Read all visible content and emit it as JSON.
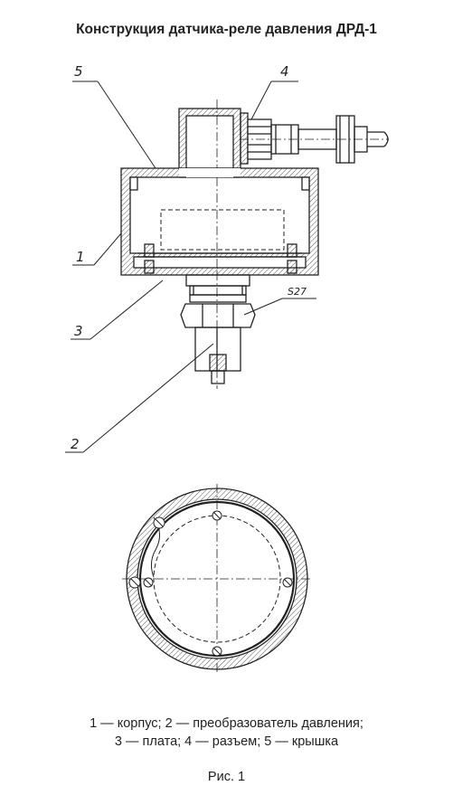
{
  "title": "Конструкция датчика-реле давления ДРД-1",
  "callouts": {
    "c1": "1",
    "c2": "2",
    "c3": "3",
    "c4": "4",
    "c5": "5",
    "wrench": "S27"
  },
  "caption": {
    "line1": "1 — корпус; 2 — преобразователь давления;",
    "line2": "3 — плата; 4 —  разъем; 5 — крышка"
  },
  "figure_label": "Рис. 1",
  "colors": {
    "ink": "#222222",
    "hatch": "#555555"
  }
}
